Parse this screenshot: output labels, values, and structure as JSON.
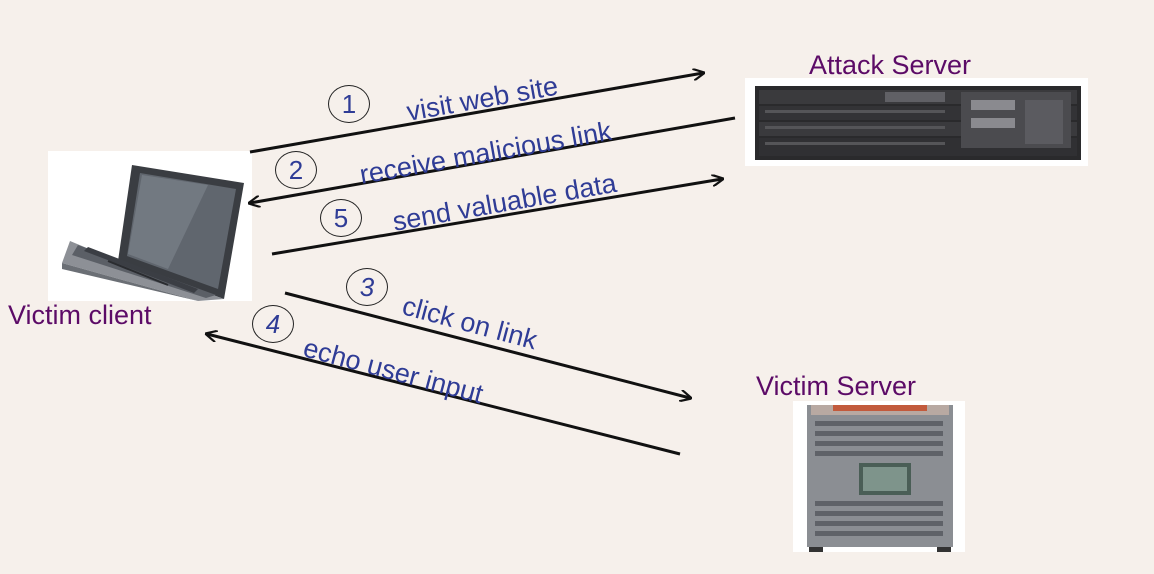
{
  "nodes": {
    "attack_server": "Attack Server",
    "victim_client": "Victim client",
    "victim_server": "Victim Server"
  },
  "steps": [
    {
      "num": "1",
      "text": "visit web site"
    },
    {
      "num": "2",
      "text": "receive malicious link"
    },
    {
      "num": "3",
      "text": "click on link"
    },
    {
      "num": "4",
      "text": "echo user input"
    },
    {
      "num": "5",
      "text": "send valuable data"
    }
  ],
  "colors": {
    "background": "#f6f0eb",
    "node_label": "#5c0b67",
    "step_text": "#2f3c96",
    "arrow": "#111111"
  },
  "icons": [
    "laptop-icon",
    "rack-server-icon",
    "tower-server-icon"
  ]
}
